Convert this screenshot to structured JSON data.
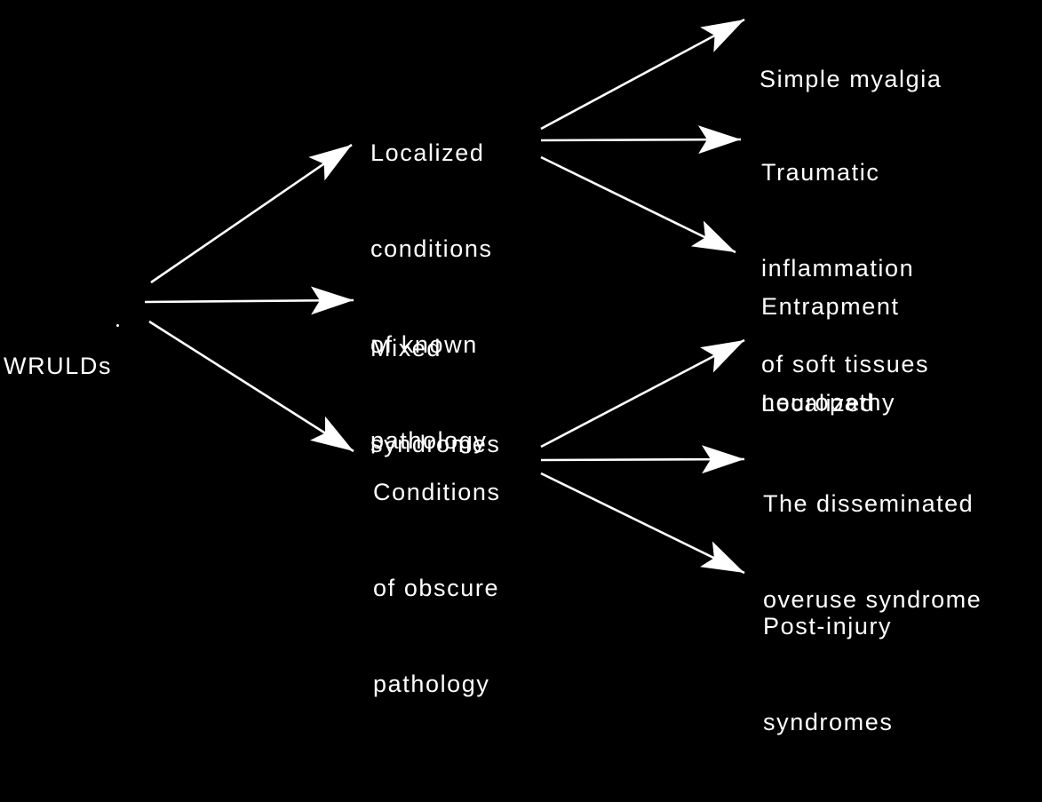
{
  "diagram": {
    "colors": {
      "background": "#000000",
      "foreground": "#ffffff"
    },
    "root": {
      "lines": [
        "WRULDs"
      ]
    },
    "level1": [
      {
        "id": "localized-known",
        "lines": [
          "Localized",
          "conditions",
          "of known",
          "pathology"
        ]
      },
      {
        "id": "mixed",
        "lines": [
          "Mixed",
          "syndromes"
        ]
      },
      {
        "id": "obscure",
        "lines": [
          "Conditions",
          "of obscure",
          "pathology"
        ]
      }
    ],
    "level2": [
      {
        "id": "simple-myalgia",
        "parent": "localized-known",
        "lines": [
          "Simple myalgia"
        ]
      },
      {
        "id": "traumatic",
        "parent": "localized-known",
        "lines": [
          "Traumatic",
          "inflammation",
          "of soft tissues"
        ]
      },
      {
        "id": "entrapment",
        "parent": "localized-known",
        "lines": [
          "Entrapment",
          "neuropathy"
        ]
      },
      {
        "id": "localized",
        "parent": "obscure",
        "lines": [
          "Localized"
        ]
      },
      {
        "id": "disseminated",
        "parent": "obscure",
        "lines": [
          "The disseminated",
          "overuse syndrome"
        ]
      },
      {
        "id": "post-injury",
        "parent": "obscure",
        "lines": [
          "Post-injury",
          "syndromes"
        ]
      }
    ]
  }
}
